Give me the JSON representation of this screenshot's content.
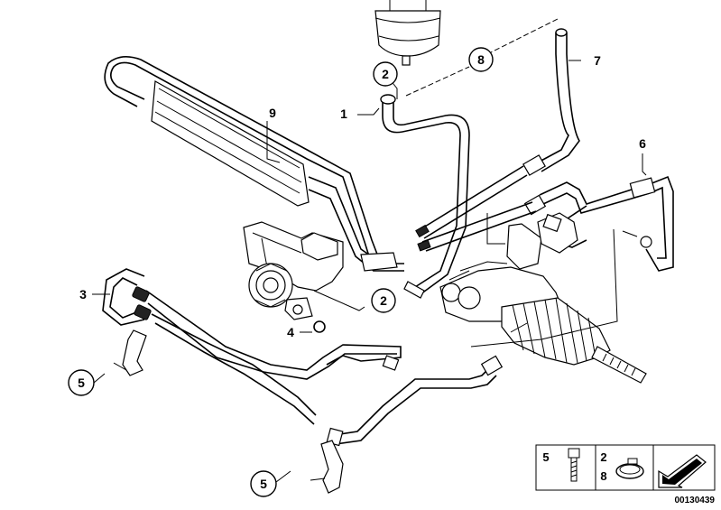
{
  "callouts": {
    "c1": "1",
    "c2a": "2",
    "c2b": "2",
    "c3": "3",
    "c4": "4",
    "c5a": "5",
    "c5b": "5",
    "c6": "6",
    "c7": "7",
    "c8": "8",
    "c9": "9"
  },
  "legend": {
    "cell1": "5",
    "cell2_top": "2",
    "cell2_bottom": "8"
  },
  "document_number": "00130439"
}
